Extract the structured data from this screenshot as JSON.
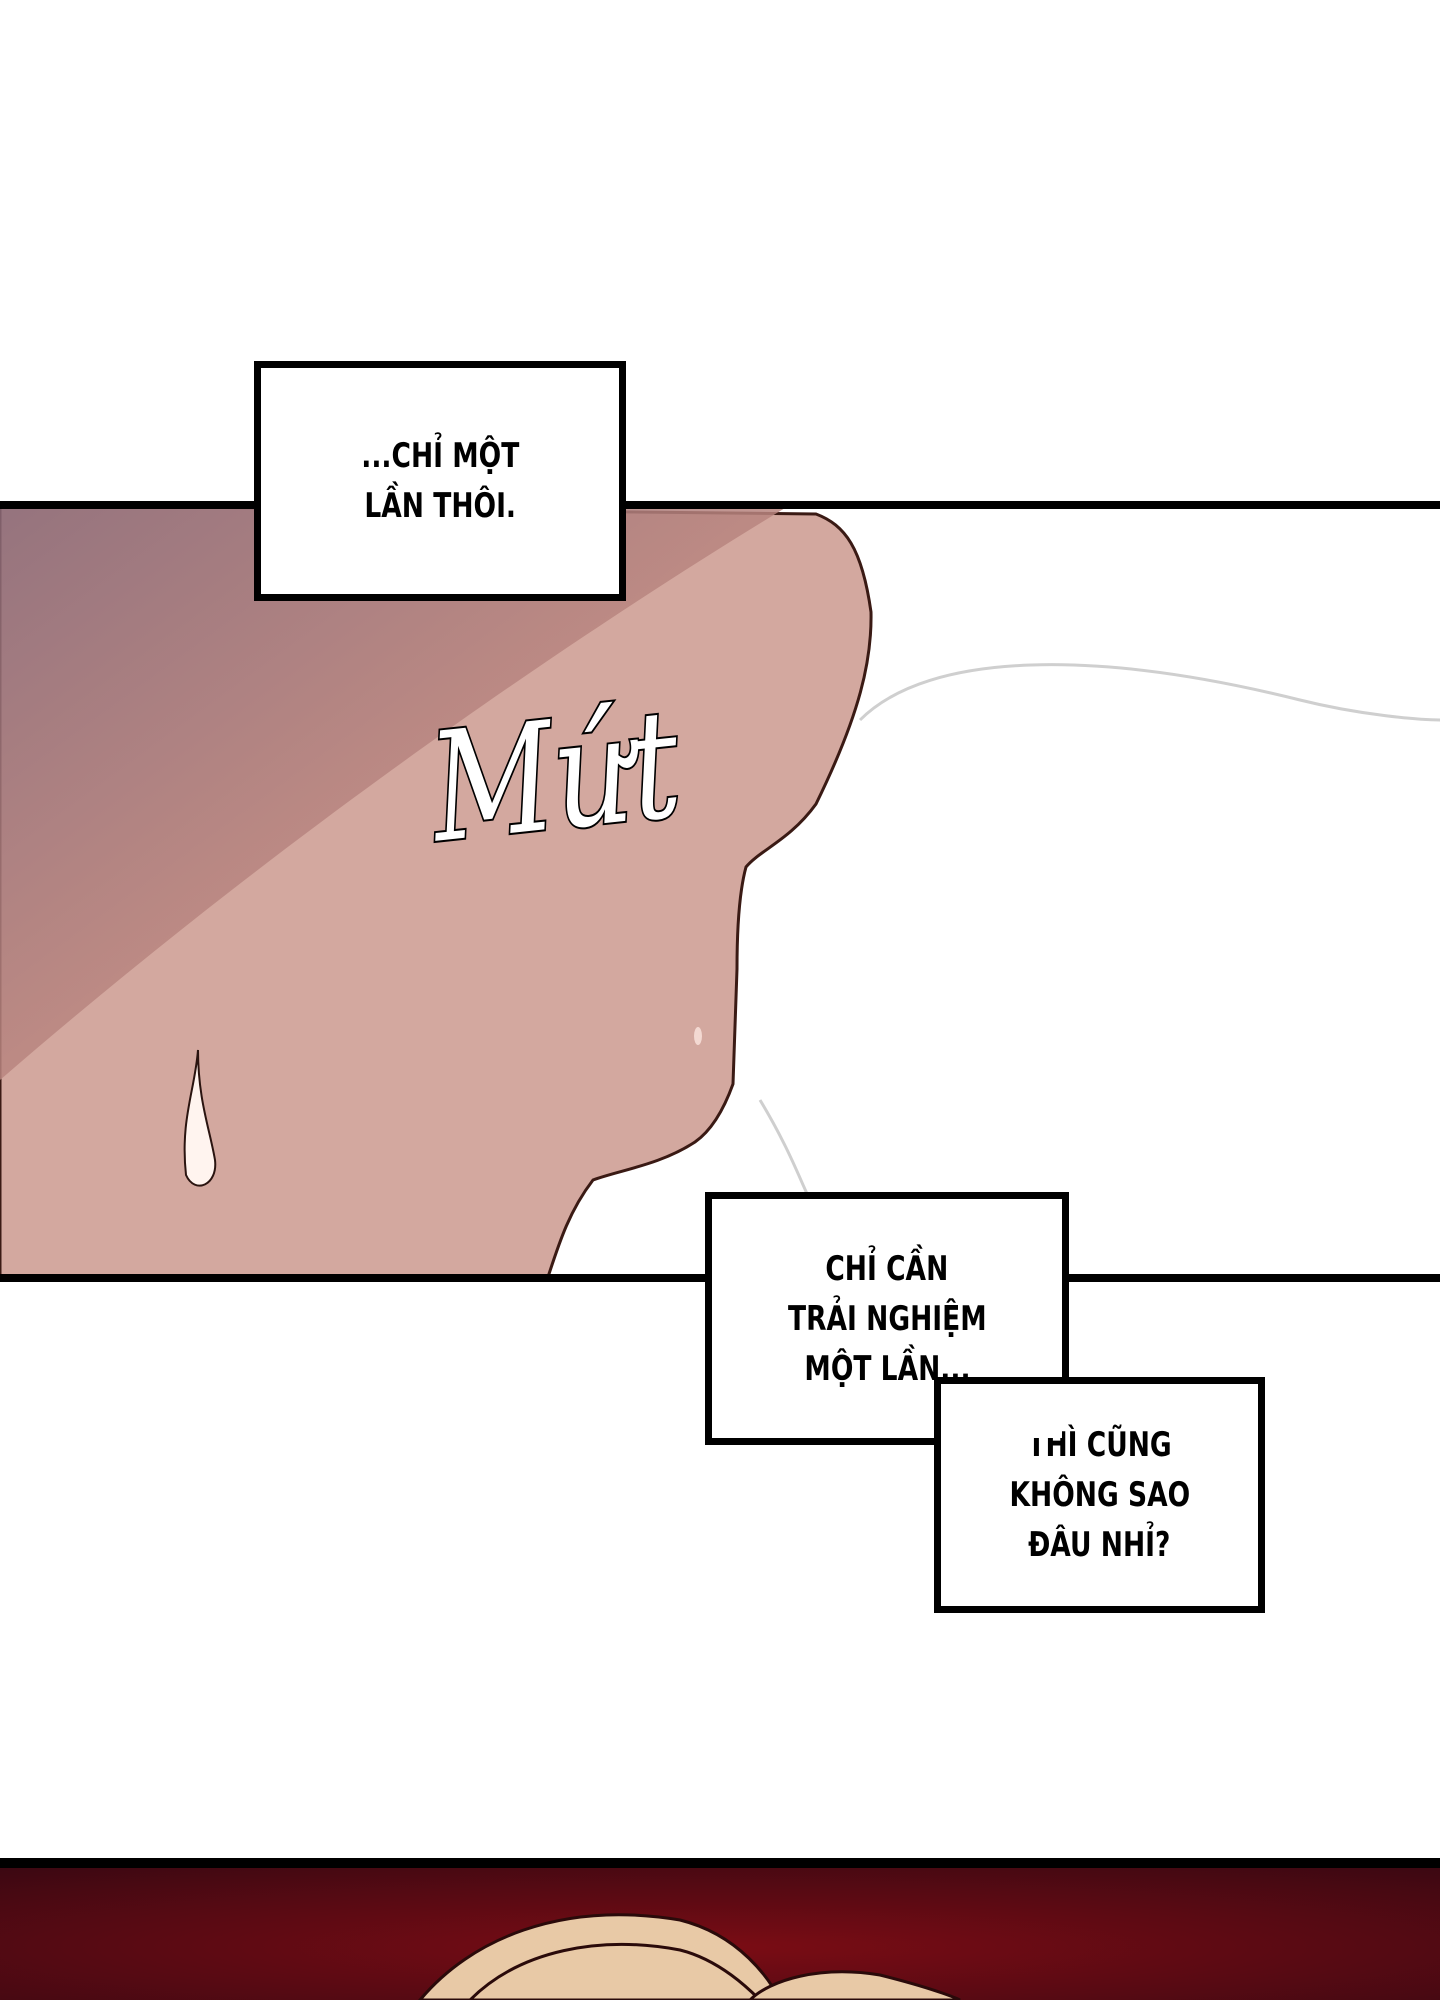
{
  "panels": [
    {
      "caption": {
        "lines": [
          "...CHỈ MỘT",
          "LẦN THÔI."
        ]
      },
      "sfx": "Mứt"
    },
    {
      "captions": [
        {
          "lines": [
            "CHỈ CẦN",
            "TRẢI NGHIỆM",
            "MỘT LẦN..."
          ]
        },
        {
          "lines": [
            "THÌ CŨNG",
            "KHÔNG SAO",
            "ĐÂU NHỈ?"
          ]
        }
      ]
    }
  ],
  "colors": {
    "skin": "#d3a89f",
    "shadow": "#8f6b78",
    "bottom_panel": "#5a0c1c",
    "hair": "#e8c9a6"
  }
}
